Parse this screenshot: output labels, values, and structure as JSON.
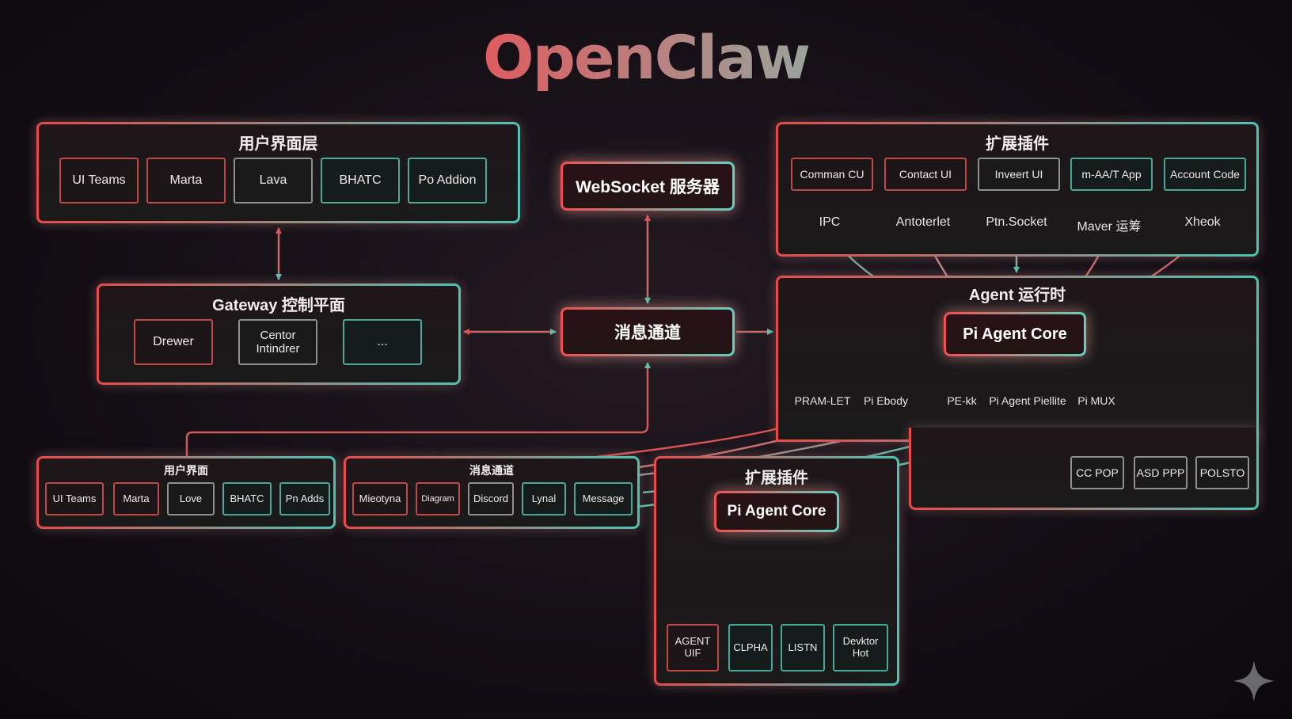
{
  "title": "OpenClaw",
  "ui_layer": {
    "title": "用户界面层",
    "items": [
      "UI Teams",
      "Marta",
      "Lava",
      "BHATC",
      "Po Addion"
    ]
  },
  "websocket": {
    "label": "WebSocket 服务器"
  },
  "gateway": {
    "title": "Gateway 控制平面",
    "items": [
      "Drewer",
      "Centor\nIntindrer",
      "..."
    ]
  },
  "message_channel": {
    "label": "消息通道"
  },
  "extensions_top": {
    "title": "扩展插件",
    "items": [
      "Comman CU",
      "Contact UI",
      "Inveert UI",
      "m-AA/T App",
      "Account Code"
    ],
    "outputs": [
      "IPC",
      "Antoterlet",
      "Ptn.Socket",
      "Maver 运筹",
      "Xheok"
    ]
  },
  "agent_runtime": {
    "title": "Agent 运行时",
    "core_label": "Pi Agent Core",
    "outputs": [
      "PRAM-LET",
      "Pi Ebody",
      "PE-kk",
      "Pi Agent Piellite",
      "Pi MUX"
    ],
    "tools": [
      "CC POP",
      "ASD PPP",
      "POLSTO"
    ]
  },
  "ui_surface": {
    "title": "用户界面",
    "items": [
      "UI Teams",
      "Marta",
      "Love",
      "BHATC",
      "Pn Adds"
    ]
  },
  "channels": {
    "title": "消息通道",
    "items": [
      "Mieotyna",
      "Diagram",
      "Discord",
      "Lynal",
      "Message"
    ]
  },
  "extensions_bottom": {
    "title": "扩展插件",
    "core_label": "Pi Agent Core",
    "items": [
      "AGENT\nUIF",
      "CLPHA",
      "LISTN",
      "Devktor\nHot"
    ]
  },
  "colors": {
    "red": "#e84a4c",
    "teal": "#4fc3b3",
    "background": "#150f16"
  }
}
